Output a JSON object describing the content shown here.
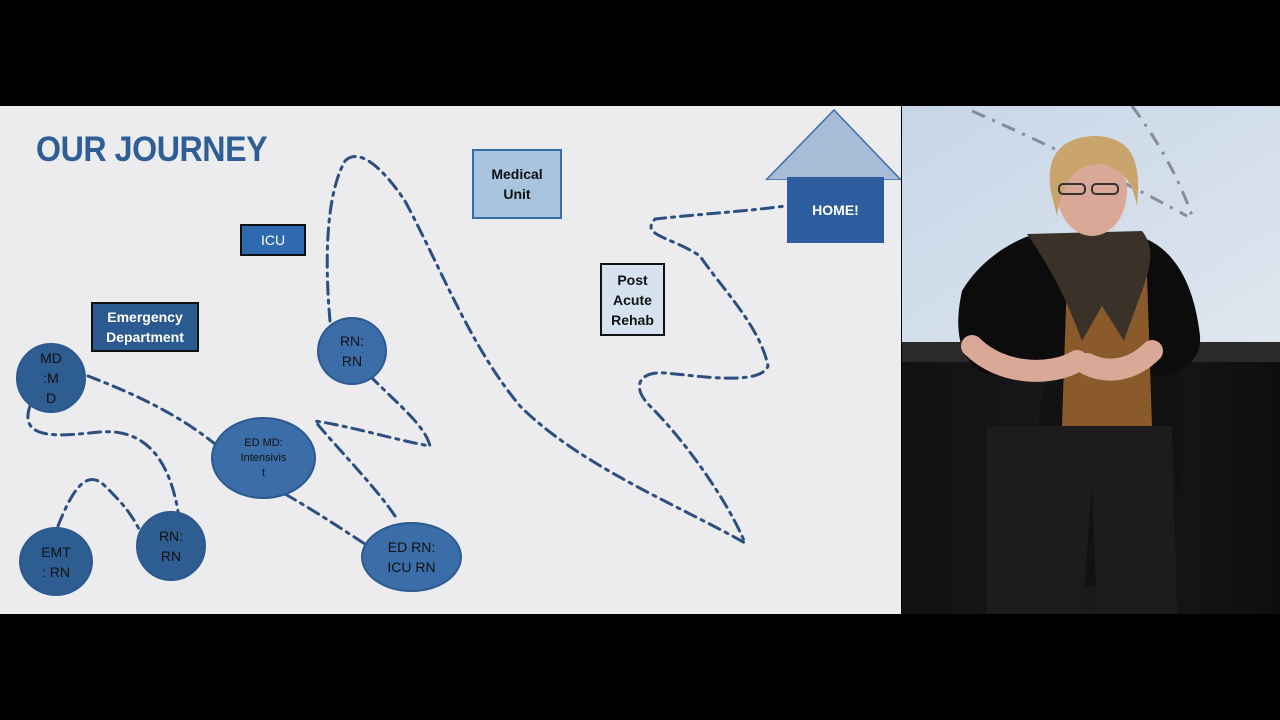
{
  "slide": {
    "title": "OUR JOURNEY",
    "boxes": {
      "emergency": [
        "Emergency",
        "Department"
      ],
      "icu": "ICU",
      "medical": [
        "Medical",
        "Unit"
      ],
      "rehab": [
        "Post",
        "Acute",
        "Rehab"
      ],
      "home": "HOME!"
    },
    "circles": {
      "md": [
        "MD",
        ":M",
        "D"
      ],
      "emt": [
        "EMT",
        ": RN"
      ],
      "rn_left": [
        "RN:",
        "RN"
      ],
      "ed_md": [
        "ED MD:",
        "Intensivis",
        "t"
      ],
      "rn_top": [
        "RN:",
        "RN"
      ],
      "ed_rn": [
        "ED RN:",
        "ICU RN"
      ]
    }
  },
  "colors": {
    "title": "#2f5e95",
    "circle_fill": "#3b6ea8",
    "dashed_path": "#2c4f80",
    "icu_box": "#2f6aae",
    "emergency_box": "#2a5a90",
    "medical_box": "#a9c4df",
    "home_house": "#2d5d9f",
    "home_roof": "#a8bcd8"
  }
}
